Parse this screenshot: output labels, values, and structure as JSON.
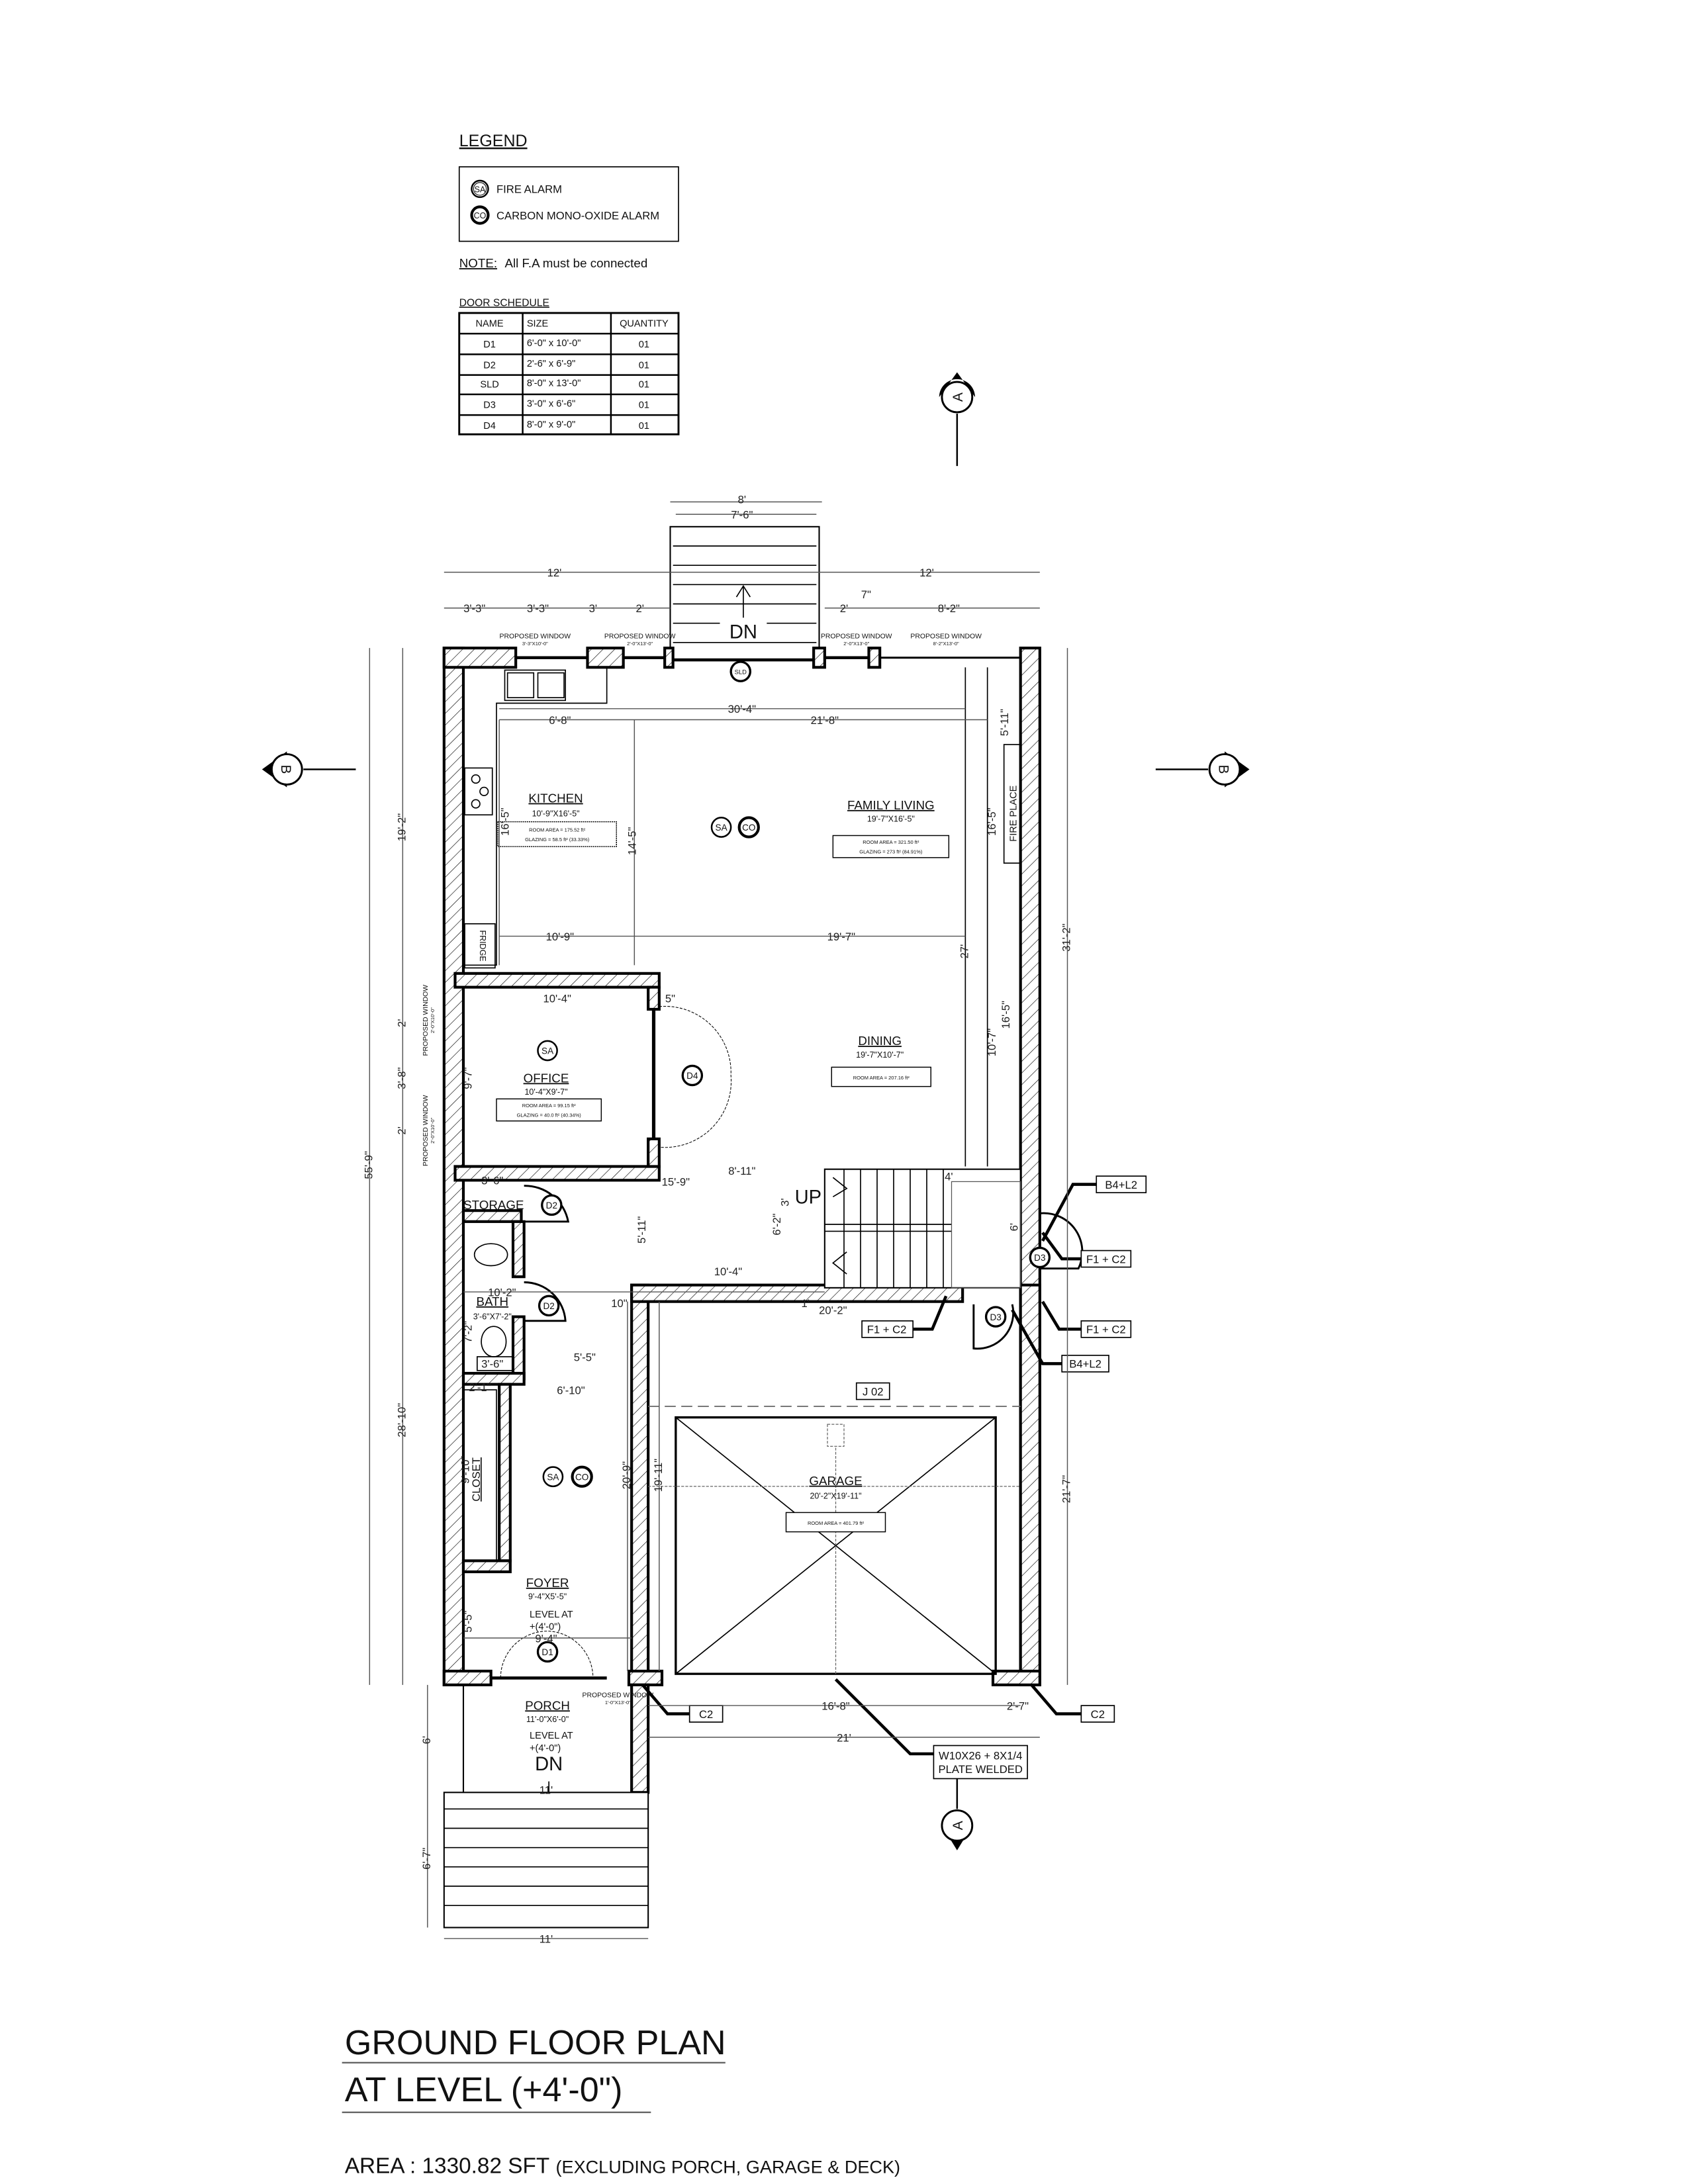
{
  "legend": {
    "title": "LEGEND",
    "items": [
      {
        "symbol": "SA",
        "label": "FIRE ALARM"
      },
      {
        "symbol": "CO",
        "label": "CARBON MONO-OXIDE ALARM"
      }
    ],
    "note_label": "NOTE:",
    "note_text": "All F.A must be connected"
  },
  "door_schedule": {
    "title": "DOOR SCHEDULE",
    "headers": [
      "NAME",
      "SIZE",
      "QUANTITY"
    ],
    "rows": [
      [
        "D1",
        "6'-0\" x 10'-0\"",
        "01"
      ],
      [
        "D2",
        "2'-6\" x 6'-9\"",
        "01"
      ],
      [
        "SLD",
        "8'-0\" x 13'-0\"",
        "01"
      ],
      [
        "D3",
        "3'-0\" x 6'-6\"",
        "01"
      ],
      [
        "D4",
        "8'-0\" x 9'-0\"",
        "01"
      ]
    ]
  },
  "sections": {
    "a": "A",
    "b": "B"
  },
  "rooms": {
    "kitchen": {
      "name": "KITCHEN",
      "size": "10'-9\"X16'-5\"",
      "area": "ROOM AREA = 175.52 ft²",
      "glazing": "GLAZING = 58.5 ft² (33.33%)"
    },
    "family": {
      "name": "FAMILY LIVING",
      "size": "19'-7\"X16'-5\"",
      "area": "ROOM AREA = 321.50 ft²",
      "glazing": "GLAZING = 273 ft² (84.91%)"
    },
    "office": {
      "name": "OFFICE",
      "size": "10'-4\"X9'-7\"",
      "area": "ROOM AREA = 99.15 ft²",
      "glazing": "GLAZING = 40.0 ft² (40.34%)"
    },
    "dining": {
      "name": "DINING",
      "size": "19'-7\"X10'-7\"",
      "area": "ROOM AREA = 207.16 ft²"
    },
    "storage": {
      "name": "STORAGE"
    },
    "bath": {
      "name": "BATH",
      "size": "3'-6\"X7'-2\""
    },
    "closet": {
      "name": "CLOSET"
    },
    "garage": {
      "name": "GARAGE",
      "size": "20'-2\"X19'-11\"",
      "area": "ROOM AREA = 401.79 ft²"
    },
    "foyer": {
      "name": "FOYER",
      "size": "9'-4\"X5'-5\"",
      "level": "LEVEL AT",
      "level_val": "+(4'-0\")"
    },
    "porch": {
      "name": "PORCH",
      "size": "11'-0\"X6'-0\"",
      "level": "LEVEL AT",
      "level_val": "+(4'-0\")"
    }
  },
  "fixtures": {
    "fireplace": "FIRE PLACE",
    "fridge": "FRIDGE",
    "up": "UP",
    "dn": "DN"
  },
  "windows": {
    "label": "PROPOSED WINDOW",
    "w1": "3'-3\"X10'-0\"",
    "w2": "2'-0\"X13'-0\"",
    "w3": "2'-0\"X13'-0\"",
    "w4": "8'-2\"X13'-0\"",
    "w5": "2'-0\"X10'-0\"",
    "w6": "2'-0\"X10'-0\"",
    "w7": "1'-0\"X13'-0\""
  },
  "doors": {
    "sld": "SLD",
    "d1": "D1",
    "d2": "D2",
    "d3": "D3",
    "d4": "D4"
  },
  "alarms": {
    "sa": "SA",
    "co": "CO"
  },
  "structural_tags": {
    "b4l2": "B4+L2",
    "f1c2": "F1 + C2",
    "c2": "C2",
    "j02": "J 02",
    "beam_line1": "W10X26 + 8X1/4",
    "beam_line2": "PLATE WELDED"
  },
  "dims": {
    "top_8": "8'",
    "top_7_6": "7'-6\"",
    "top_12": "12'",
    "d3_3": "3'-3\"",
    "d3": "3'",
    "d2": "2'",
    "d7in": "7\"",
    "d8_2": "8'-2\"",
    "d30_4": "30'-4\"",
    "d6_8": "6'-8\"",
    "d21_8": "21'-8\"",
    "d5_11": "5'-11\"",
    "d16_5": "16'-5\"",
    "d14_5": "14'-5\"",
    "d10_9": "10'-9\"",
    "d19_7": "19'-7\"",
    "d27": "27'",
    "d10_4": "10'-4\"",
    "d5in": "5\"",
    "d9_7": "9'-7\"",
    "d10_7": "10'-7\"",
    "d31_2": "31'-2\"",
    "d3_6": "3'-6\"",
    "d15_9": "15'-9\"",
    "d8_11": "8'-11\"",
    "d6_2": "6'-2\"",
    "d10_2": "10'-2\"",
    "d10in": "10\"",
    "d1": "1'",
    "d20_2": "20'-2\"",
    "d6": "6'",
    "d4": "4'",
    "d7_2": "7'-2\"",
    "d5_5": "5'-5\"",
    "d2_1": "2'-1\"",
    "d6_10": "6'-10\"",
    "d20_9": "20'-9\"",
    "d19_11": "19'-11\"",
    "d9_10": "9'-10\"",
    "d21_7": "21'-7\"",
    "d9_4": "9'-4\"",
    "d16_8": "16'-8\"",
    "d2_7": "2'-7\"",
    "d21": "21'",
    "d11": "11'",
    "d6_7": "6'-7\"",
    "d19_2": "19'-2\"",
    "d3_8": "3'-8\"",
    "d55_9": "55'-9\"",
    "d28_10": "28'-10\""
  },
  "title": {
    "line1": "GROUND FLOOR PLAN",
    "line2": "AT LEVEL (+4'-0\")",
    "area_main": "AREA : 1330.82 SFT",
    "area_note": "(EXCLUDING PORCH, GARAGE & DECK)"
  }
}
